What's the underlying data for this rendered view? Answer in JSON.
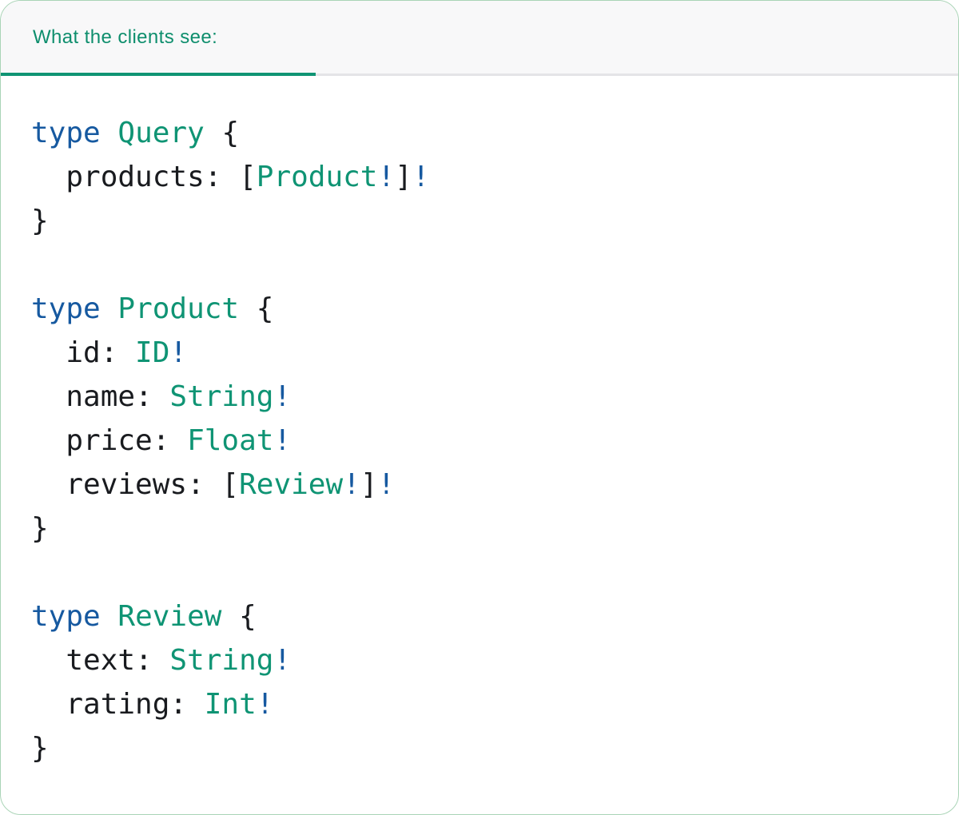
{
  "card": {
    "tab": {
      "label": "What the clients see:"
    }
  },
  "colors": {
    "keyword": "#1659A0",
    "type": "#0F9474",
    "plain": "#191B1F",
    "tab_text": "#0E8E6D",
    "tab_underline": "#0F9474",
    "header_bg": "#F8F8F9",
    "divider": "#E4E4E7",
    "card_border": "#A9D4B6",
    "card_bg": "#FFFFFF"
  },
  "code": {
    "language": "graphql",
    "lines": [
      {
        "tokens": [
          {
            "t": "type",
            "c": "kw"
          },
          {
            "t": " ",
            "c": "pl"
          },
          {
            "t": "Query",
            "c": "ty"
          },
          {
            "t": " {",
            "c": "pl"
          }
        ]
      },
      {
        "tokens": [
          {
            "t": "  products: [",
            "c": "pl"
          },
          {
            "t": "Product",
            "c": "ty"
          },
          {
            "t": "!",
            "c": "kw"
          },
          {
            "t": "]",
            "c": "pl"
          },
          {
            "t": "!",
            "c": "kw"
          }
        ]
      },
      {
        "tokens": [
          {
            "t": "}",
            "c": "pl"
          }
        ]
      },
      {
        "tokens": []
      },
      {
        "tokens": [
          {
            "t": "type",
            "c": "kw"
          },
          {
            "t": " ",
            "c": "pl"
          },
          {
            "t": "Product",
            "c": "ty"
          },
          {
            "t": " {",
            "c": "pl"
          }
        ]
      },
      {
        "tokens": [
          {
            "t": "  id: ",
            "c": "pl"
          },
          {
            "t": "ID",
            "c": "ty"
          },
          {
            "t": "!",
            "c": "kw"
          }
        ]
      },
      {
        "tokens": [
          {
            "t": "  name: ",
            "c": "pl"
          },
          {
            "t": "String",
            "c": "ty"
          },
          {
            "t": "!",
            "c": "kw"
          }
        ]
      },
      {
        "tokens": [
          {
            "t": "  price: ",
            "c": "pl"
          },
          {
            "t": "Float",
            "c": "ty"
          },
          {
            "t": "!",
            "c": "kw"
          }
        ]
      },
      {
        "tokens": [
          {
            "t": "  reviews: [",
            "c": "pl"
          },
          {
            "t": "Review",
            "c": "ty"
          },
          {
            "t": "!",
            "c": "kw"
          },
          {
            "t": "]",
            "c": "pl"
          },
          {
            "t": "!",
            "c": "kw"
          }
        ]
      },
      {
        "tokens": [
          {
            "t": "}",
            "c": "pl"
          }
        ]
      },
      {
        "tokens": []
      },
      {
        "tokens": [
          {
            "t": "type",
            "c": "kw"
          },
          {
            "t": " ",
            "c": "pl"
          },
          {
            "t": "Review",
            "c": "ty"
          },
          {
            "t": " {",
            "c": "pl"
          }
        ]
      },
      {
        "tokens": [
          {
            "t": "  text: ",
            "c": "pl"
          },
          {
            "t": "String",
            "c": "ty"
          },
          {
            "t": "!",
            "c": "kw"
          }
        ]
      },
      {
        "tokens": [
          {
            "t": "  rating: ",
            "c": "pl"
          },
          {
            "t": "Int",
            "c": "ty"
          },
          {
            "t": "!",
            "c": "kw"
          }
        ]
      },
      {
        "tokens": [
          {
            "t": "}",
            "c": "pl"
          }
        ]
      }
    ]
  }
}
